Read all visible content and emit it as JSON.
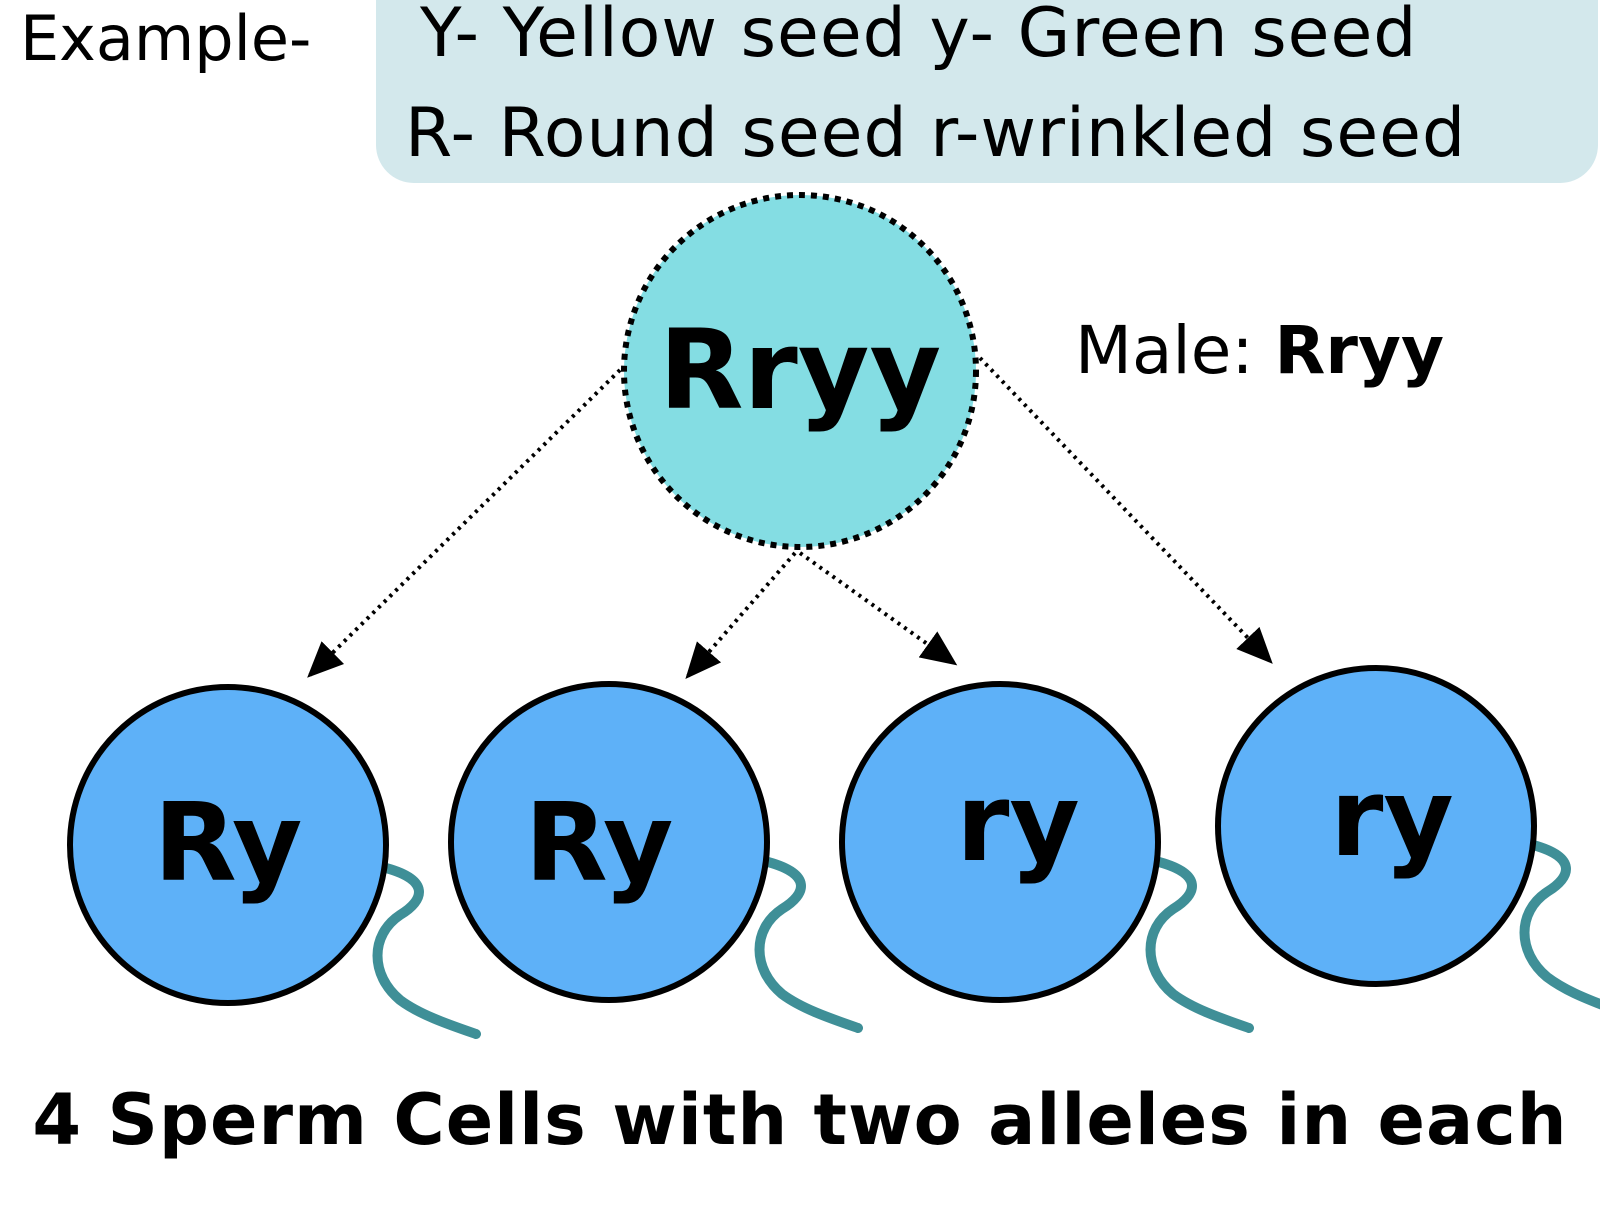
{
  "legend": {
    "prefix": "Example-",
    "line1": "Y- Yellow seed y- Green seed",
    "line2": "R- Round seed r-wrinkled seed"
  },
  "parent": {
    "genotype": "Rryy",
    "label_prefix": "Male: ",
    "label_genotype": "Rryy"
  },
  "gametes": [
    {
      "genotype": "Ry"
    },
    {
      "genotype": "Ry"
    },
    {
      "genotype": "ry"
    },
    {
      "genotype": "ry"
    }
  ],
  "caption": "4 Sperm Cells with two alleles in each",
  "colors": {
    "legend_bg": "#d3e8ec",
    "parent_fill": "#84dde3",
    "gamete_fill": "#5eb1f8",
    "tail": "#3f8f97",
    "outline": "#000000"
  }
}
